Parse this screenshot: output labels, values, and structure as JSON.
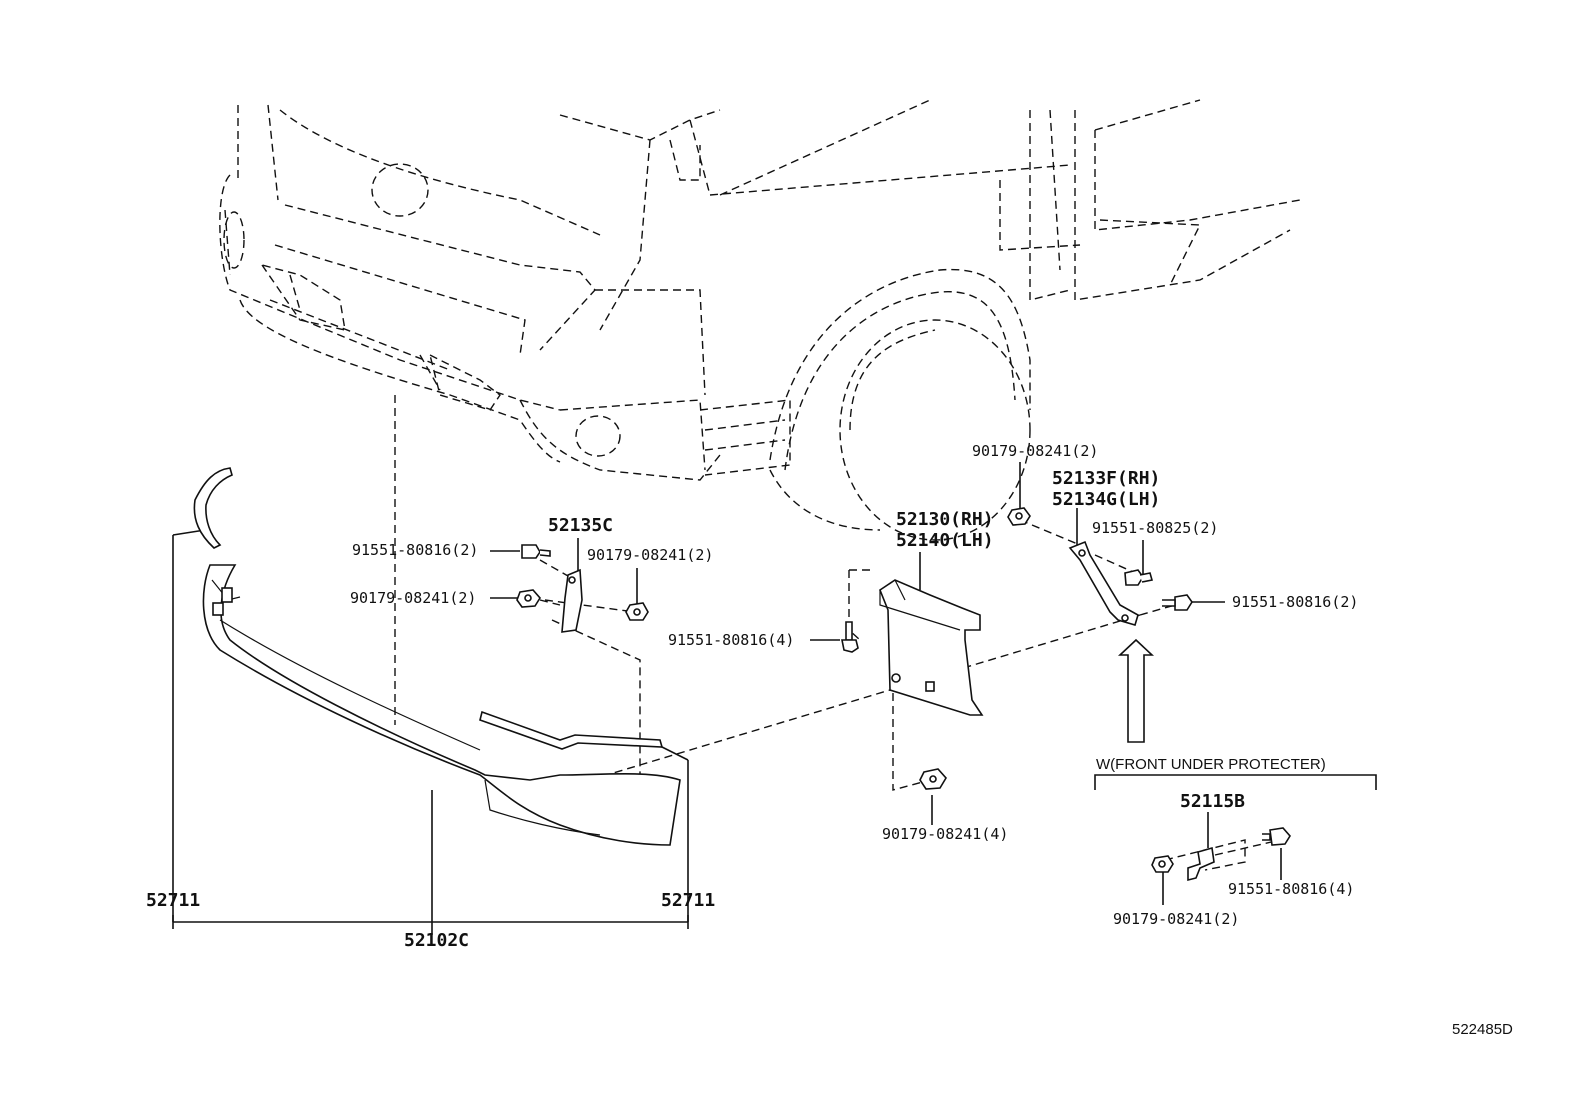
{
  "labels": {
    "p91551_80816_2_left": "91551-80816(2)",
    "p90179_08241_2_left": "90179-08241(2)",
    "p52135c": "52135C",
    "p90179_08241_2_mid": "90179-08241(2)",
    "p91551_80816_4_mid": "91551-80816(4)",
    "p52130_rh": "52130(RH)",
    "p52140_lh": "52140(LH)",
    "p90179_08241_4": "90179-08241(4)",
    "p90179_08241_2_top": "90179-08241(2)",
    "p52133f_rh": "52133F(RH)",
    "p52134g_lh": "52134G(LH)",
    "p91551_80825_2": "91551-80825(2)",
    "p91551_80816_2_right": "91551-80816(2)",
    "p52711_left": "52711",
    "p52711_right": "52711",
    "p52102c": "52102C",
    "front_under_protecter": "W(FRONT UNDER PROTECTER)",
    "p52115b": "52115B",
    "p91551_80816_4_box": "91551-80816(4)",
    "p90179_08241_2_box": "90179-08241(2)",
    "diagram_id": "522485D"
  }
}
